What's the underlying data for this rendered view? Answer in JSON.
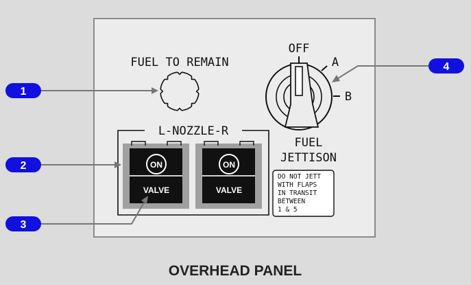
{
  "panel": {
    "fuel_to_remain_label": "FUEL TO REMAIN",
    "nozzle_group_label": "L-NOZZLE-R",
    "left_switch": {
      "on_label": "ON",
      "valve_label": "VALVE"
    },
    "right_switch": {
      "on_label": "ON",
      "valve_label": "VALVE"
    },
    "jettison_selector": {
      "off_label": "OFF",
      "position_a_label": "A",
      "position_b_label": "B"
    },
    "fuel_label": "FUEL",
    "jettison_label": "JETTISON",
    "placard_lines": [
      "DO NOT JETT",
      "WITH FLAPS",
      "IN TRANSIT",
      "BETWEEN",
      "1 & 5"
    ]
  },
  "callouts": [
    {
      "number": "1"
    },
    {
      "number": "2"
    },
    {
      "number": "3"
    },
    {
      "number": "4"
    }
  ],
  "caption": "OVERHEAD PANEL",
  "colors": {
    "callout_badge": "#1010e0",
    "callout_line": "#777777",
    "panel_background": "#ececec",
    "panel_border": "#8a8a8a",
    "switch_bezel": "#a0a0a0",
    "switch_face": "#111111"
  }
}
